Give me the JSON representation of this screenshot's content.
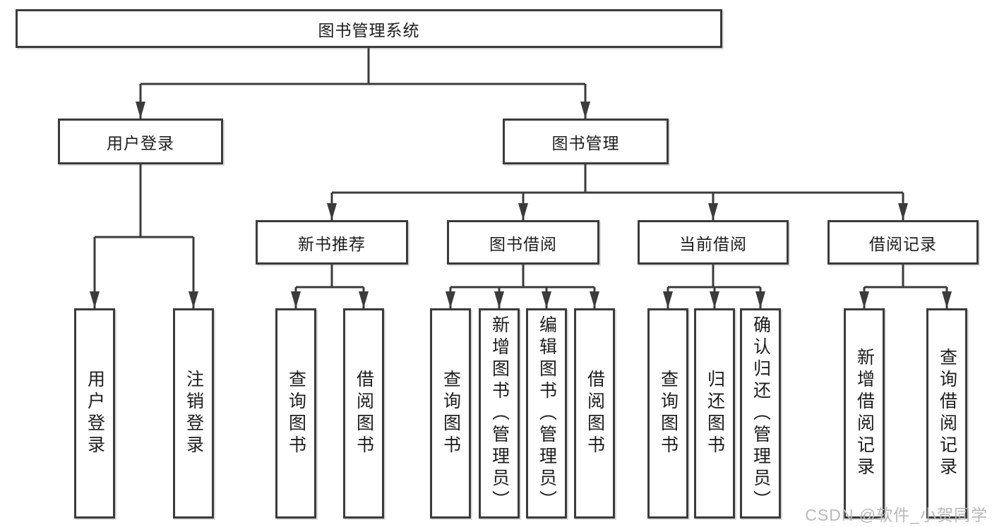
{
  "diagram": {
    "title": "图书管理系统",
    "level2": {
      "user_login": "用户登录",
      "book_management": "图书管理"
    },
    "level3": {
      "new_book_recommend": "新书推荐",
      "book_borrowing": "图书借阅",
      "current_borrowing": "当前借阅",
      "borrowing_records": "借阅记录"
    },
    "leaves": {
      "user_login": [
        "用户登录",
        "注销登录"
      ],
      "new_book_recommend": [
        "查询图书",
        "借阅图书"
      ],
      "book_borrowing": [
        "查询图书",
        "新增图书（管理员）",
        "编辑图书（管理员）",
        "借阅图书"
      ],
      "current_borrowing": [
        "查询图书",
        "归还图书",
        "确认归还（管理员）"
      ],
      "borrowing_records": [
        "新增借阅记录",
        "查询借阅记录"
      ]
    }
  },
  "watermark": "CSDN @软件_小贺同学",
  "colors": {
    "line": "#3b3b3b",
    "text": "#1d1d1d",
    "watermark": "#b9b9b9",
    "background": "#ffffff"
  }
}
